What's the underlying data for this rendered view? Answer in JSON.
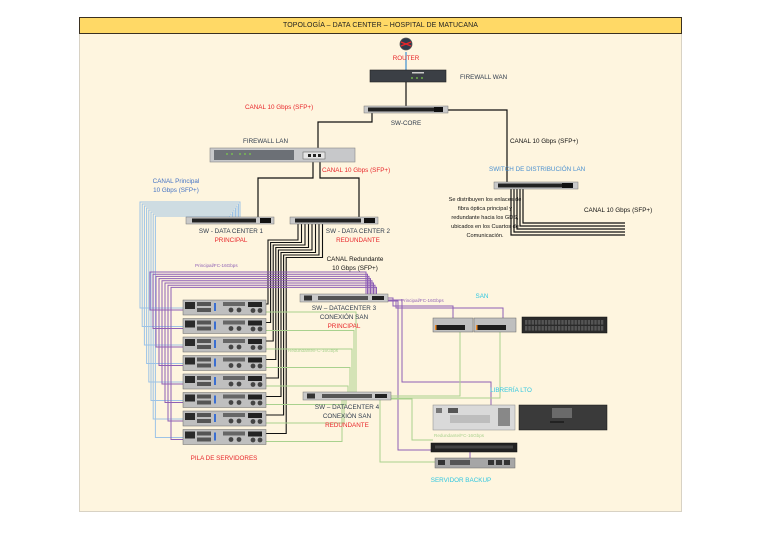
{
  "title": "TOPOLOGÍA – DATA CENTER – HOSPITAL DE MATUCANA",
  "colors": {
    "background": "#fef5df",
    "title_bar": "#ffd966",
    "red_label": "#e8262a",
    "blue_label": "#4472c4",
    "cyan_label": "#2fc7e0",
    "dark_label": "#2f3b4c",
    "purple_link": "#8e5fb5",
    "green_link": "#a9d18e",
    "lightblue_link": "#9dc3e6",
    "black_link": "#111111"
  },
  "devices": {
    "router": {
      "label": "ROUTER",
      "icon": "router-icon"
    },
    "firewall_wan": {
      "label": "FIREWALL WAN"
    },
    "sw_core": {
      "label": "SW-CORE"
    },
    "firewall_lan": {
      "label": "FIREWALL LAN"
    },
    "switch_distribucion": {
      "label": "SWITCH DE DISTRIBUCIÓN LAN"
    },
    "sw_dc1": {
      "label": "SW - DATA CENTER 1",
      "role": "PRINCIPAL"
    },
    "sw_dc2": {
      "label": "SW - DATA CENTER 2",
      "role": "REDUNDANTE"
    },
    "sw_dc3": {
      "label_line1": "SW – DATACENTER 3",
      "label_line2": "CONEXIÓN SAN",
      "role": "PRINCIPAL"
    },
    "sw_dc4": {
      "label_line1": "SW – DATACENTER 4",
      "label_line2": "CONEXIÓN SAN",
      "role": "REDUNDANTE"
    },
    "san": {
      "label": "SAN"
    },
    "libreria": {
      "label": "LIBRERÍA LTO"
    },
    "servidor_backup": {
      "label": "SERVIDOR BACKUP"
    },
    "pila_servidores": {
      "label": "PILA DE SERVIDORES",
      "count": 8
    }
  },
  "links": {
    "canal_core_fw": "CANAL 10 Gbps (SFP+)",
    "canal_fw_dc": "CANAL 10 Gbps (SFP+)",
    "canal_core_dist": "CANAL 10 Gbps (SFP+)",
    "canal_dist_out": "CANAL 10 Gbps (SFP+)",
    "canal_principal_line1": "CANAL Principal",
    "canal_principal_line2": "10 Gbps (SFP+)",
    "canal_redundante_line1": "CANAL Redundante",
    "canal_redundante_line2": "10 Gbps (SFP+)",
    "fc_principal_stack": "Principal/FC-16Gbps",
    "fc_principal_san": "Principal/FC-16Gbps",
    "fc_redundante_stack": "Redundante/FC-16Gbps",
    "fc_redundante_lto": "Redundante/FC-16Gbps"
  },
  "notes": {
    "distribucion": [
      "Se distribuyen los enlaces de",
      "fibra óptica principal y",
      "redundante hacia los GDS,",
      "ubicados en los Cuartos de",
      "Comunicación."
    ]
  }
}
